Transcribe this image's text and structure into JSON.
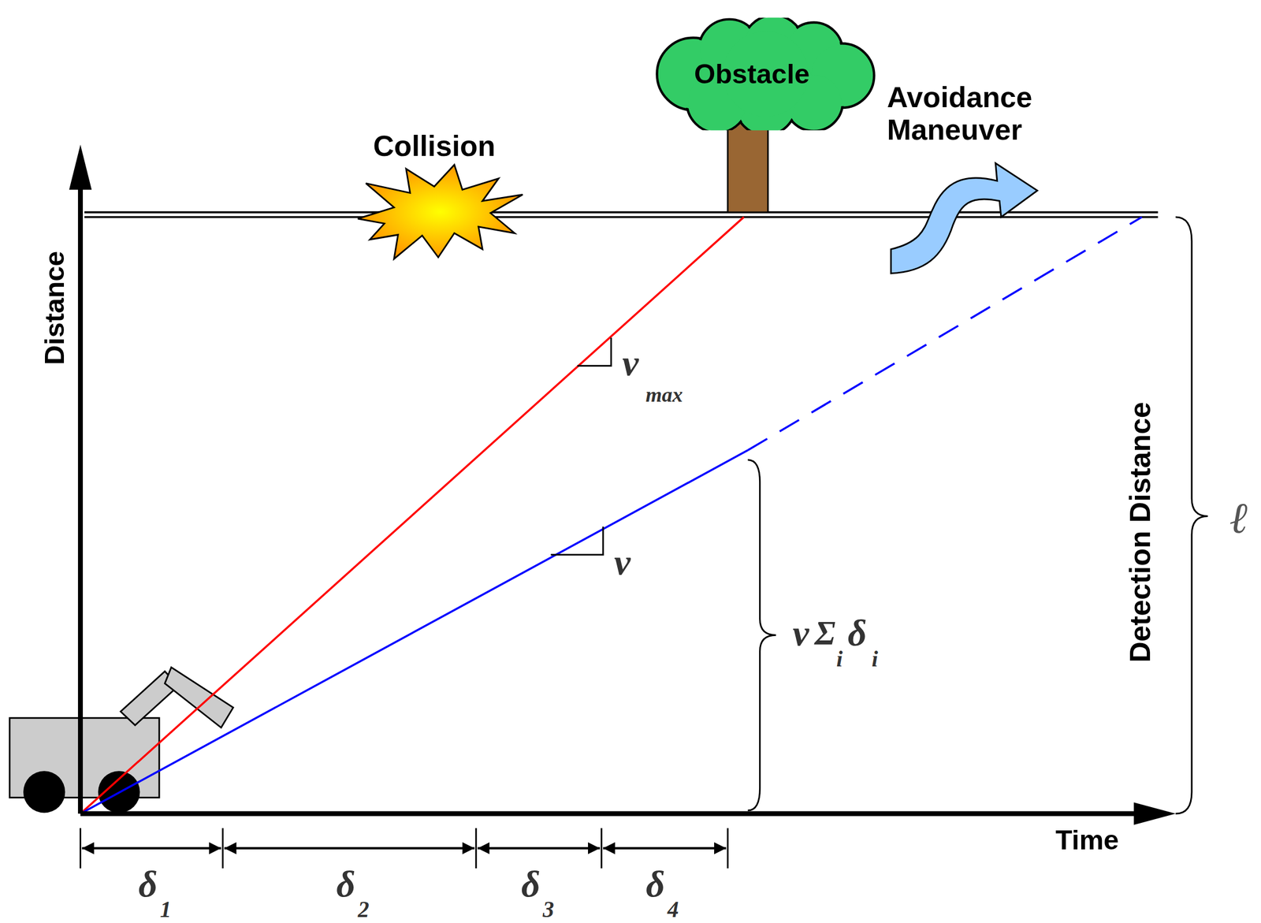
{
  "diagram": {
    "nodes": [
      {
        "text": [
          "Obstacle"
        ]
      }
    ],
    "labels": [
      "Collision",
      "Avoidance Maneuver",
      "Distance",
      "Time",
      "Detection Distance",
      "v",
      "max",
      "v",
      "v",
      "Σ",
      "i",
      "δ",
      "i",
      "δ",
      "1",
      "δ",
      "2",
      "δ",
      "3",
      "δ",
      "4",
      "ℓ"
    ]
  }
}
